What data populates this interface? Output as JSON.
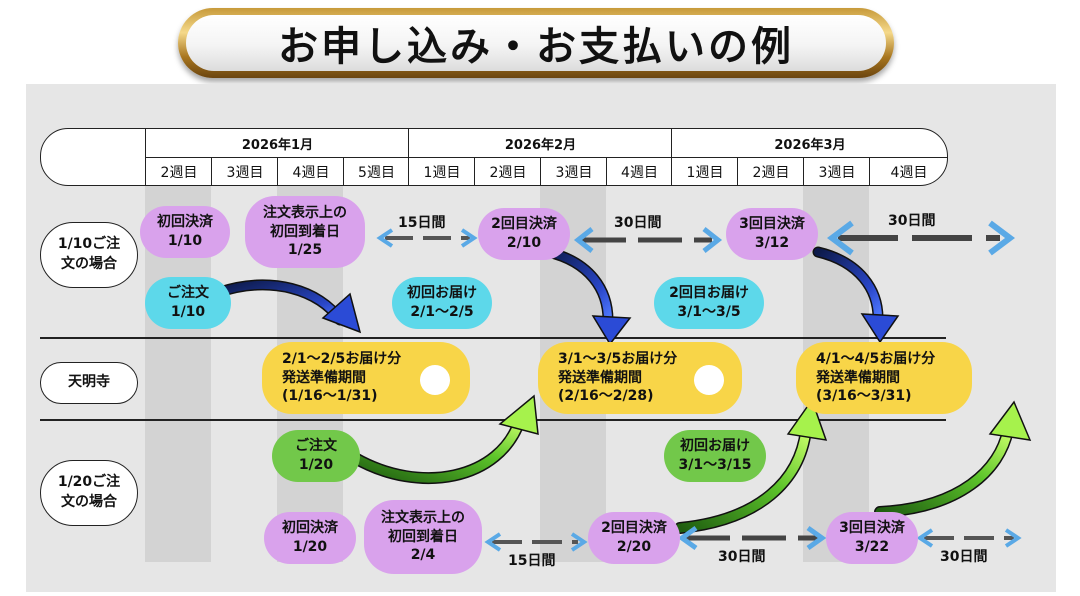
{
  "title": "お申し込み・お支払いの例",
  "months": [
    "2026年1月",
    "2026年2月",
    "2026年3月"
  ],
  "weeks": [
    "2週目",
    "3週目",
    "4週目",
    "5週目",
    "1週目",
    "2週目",
    "3週目",
    "4週目",
    "1週目",
    "2週目",
    "3週目",
    "4週目"
  ],
  "rows": {
    "order_jan10": "1/10ご注文の場合",
    "temple": "天明寺",
    "order_jan20": "1/20ご注文の場合"
  },
  "top": {
    "pay1": {
      "label": "初回決済",
      "date": "1/10"
    },
    "arrival": {
      "line1": "注文表示上の",
      "line2": "初回到着日",
      "date": "1/25"
    },
    "gap1": "15日間",
    "pay2": {
      "label": "2回目決済",
      "date": "2/10"
    },
    "gap2": "30日間",
    "pay3": {
      "label": "3回目決済",
      "date": "3/12"
    },
    "gap3": "30日間",
    "order": {
      "label": "ご注文",
      "date": "1/10"
    },
    "deliv1": {
      "label": "初回お届け",
      "range": "2/1〜2/5"
    },
    "deliv2": {
      "label": "2回目お届け",
      "range": "3/1〜3/5"
    }
  },
  "temple_periods": [
    {
      "line1": "2/1〜2/5お届け分",
      "line2": "発送準備期間",
      "line3": "(1/16〜1/31)"
    },
    {
      "line1": "3/1〜3/5お届け分",
      "line2": "発送準備期間",
      "line3": "(2/16〜2/28)"
    },
    {
      "line1": "4/1〜4/5お届け分",
      "line2": "発送準備期間",
      "line3": "(3/16〜3/31)"
    }
  ],
  "bottom": {
    "order": {
      "label": "ご注文",
      "date": "1/20"
    },
    "deliv1": {
      "label": "初回お届け",
      "range": "3/1〜3/15"
    },
    "pay1": {
      "label": "初回決済",
      "date": "1/20"
    },
    "arrival": {
      "line1": "注文表示上の",
      "line2": "初回到着日",
      "date": "2/4"
    },
    "gap1": "15日間",
    "pay2": {
      "label": "2回目決済",
      "date": "2/20"
    },
    "gap2": "30日間",
    "pay3": {
      "label": "3回目決済",
      "date": "3/22"
    },
    "gap3": "30日間"
  },
  "colors": {
    "payment": "#d9a2ec",
    "order_top": "#5dd8ea",
    "order_bottom": "#72c84a",
    "prep_period": "#f8d548",
    "arrow_blue": "#2f4fd0",
    "arrow_green": "#7ee23a",
    "interval_arrow": "#5aa9e6"
  }
}
